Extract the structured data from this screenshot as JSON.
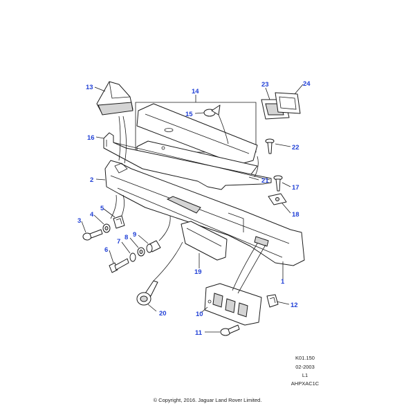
{
  "callouts": {
    "p1": "1",
    "p2": "2",
    "p3": "3",
    "p4": "4",
    "p5": "5",
    "p6": "6",
    "p7": "7",
    "p8": "8",
    "p9": "9",
    "p10": "10",
    "p11": "11",
    "p12": "12",
    "p13": "13",
    "p14": "14",
    "p15": "15",
    "p16": "16",
    "p17": "17",
    "p18": "18",
    "p19": "19",
    "p20": "20",
    "p21": "21",
    "p22": "22",
    "p23": "23",
    "p24": "24"
  },
  "reference": {
    "code": "K01.150",
    "date": "02-2003",
    "level": "L1",
    "illustration_id": "AHPXAC1C"
  },
  "copyright": "© Copyright, 2016. Jaguar Land Rover Limited.",
  "colors": {
    "callout": "#1f3fd6",
    "line": "#1a1a1a"
  }
}
